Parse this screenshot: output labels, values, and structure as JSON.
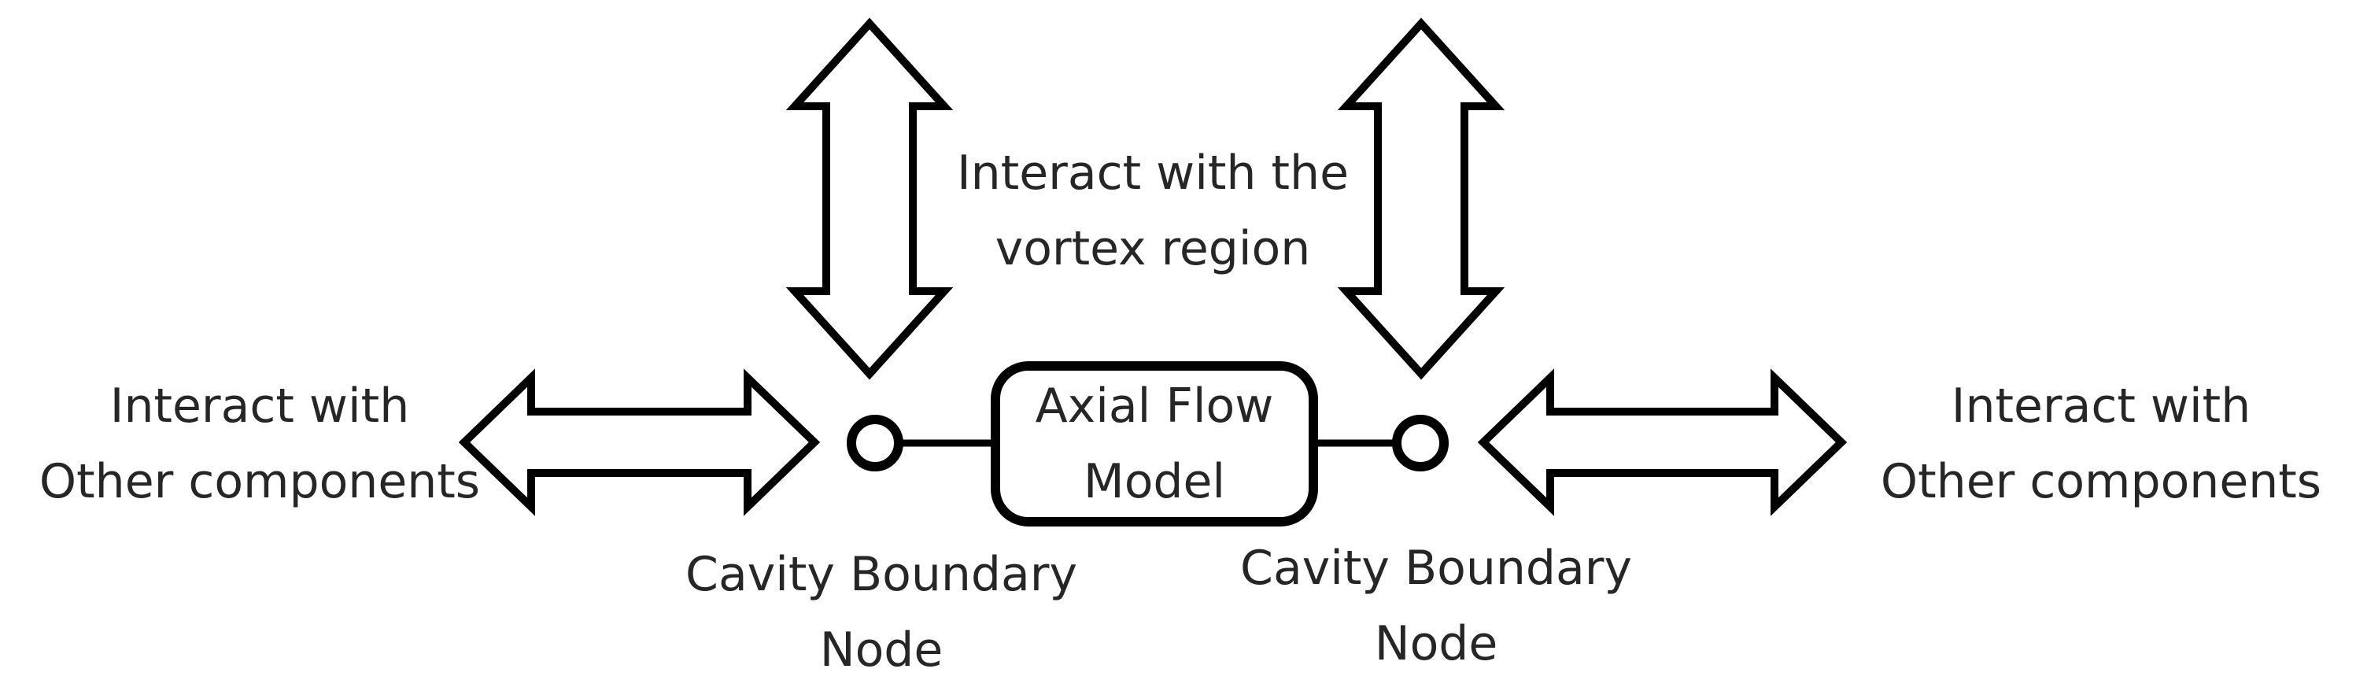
{
  "model_box": {
    "line1": "Axial Flow",
    "line2": "Model"
  },
  "vortex_label": {
    "line1": "Interact with the",
    "line2": "vortex region"
  },
  "left_components_label": {
    "line1": "Interact with",
    "line2": "Other components"
  },
  "right_components_label": {
    "line1": "Interact with",
    "line2": "Other components"
  },
  "left_node_label": {
    "line1": "Cavity Boundary",
    "line2": "Node"
  },
  "right_node_label": {
    "line1": "Cavity Boundary",
    "line2": "Node"
  },
  "colors": {
    "stroke": "#000000",
    "text": "#262626",
    "background": "#ffffff"
  }
}
